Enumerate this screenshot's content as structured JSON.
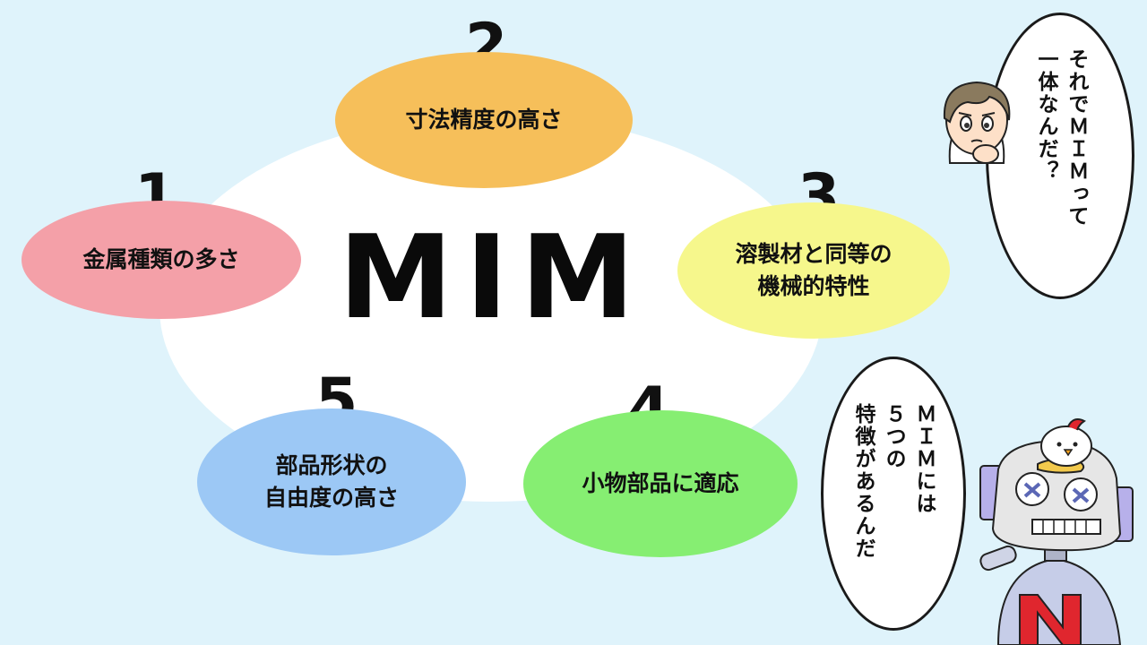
{
  "center": {
    "title": "MIM"
  },
  "features": [
    {
      "number": "1",
      "label": "金属種類の多さ",
      "color": "#f4a0a8"
    },
    {
      "number": "2",
      "label": "寸法精度の高さ",
      "color": "#f6bf5a"
    },
    {
      "number": "3",
      "label": "溶製材と同等の\n機械的特性",
      "color": "#f6f78c"
    },
    {
      "number": "4",
      "label": "小物部品に適応",
      "color": "#86ee72"
    },
    {
      "number": "5",
      "label": "部品形状の\n自由度の高さ",
      "color": "#9cc8f5"
    }
  ],
  "speech": {
    "top": "それでＭＩＭって\n一体なんだ？",
    "bottom": "ＭＩＭには\n５つの\n特徴があるんだ"
  },
  "icons": {
    "person": "thinking-boy-icon",
    "robot": "robot-with-bird-icon"
  }
}
